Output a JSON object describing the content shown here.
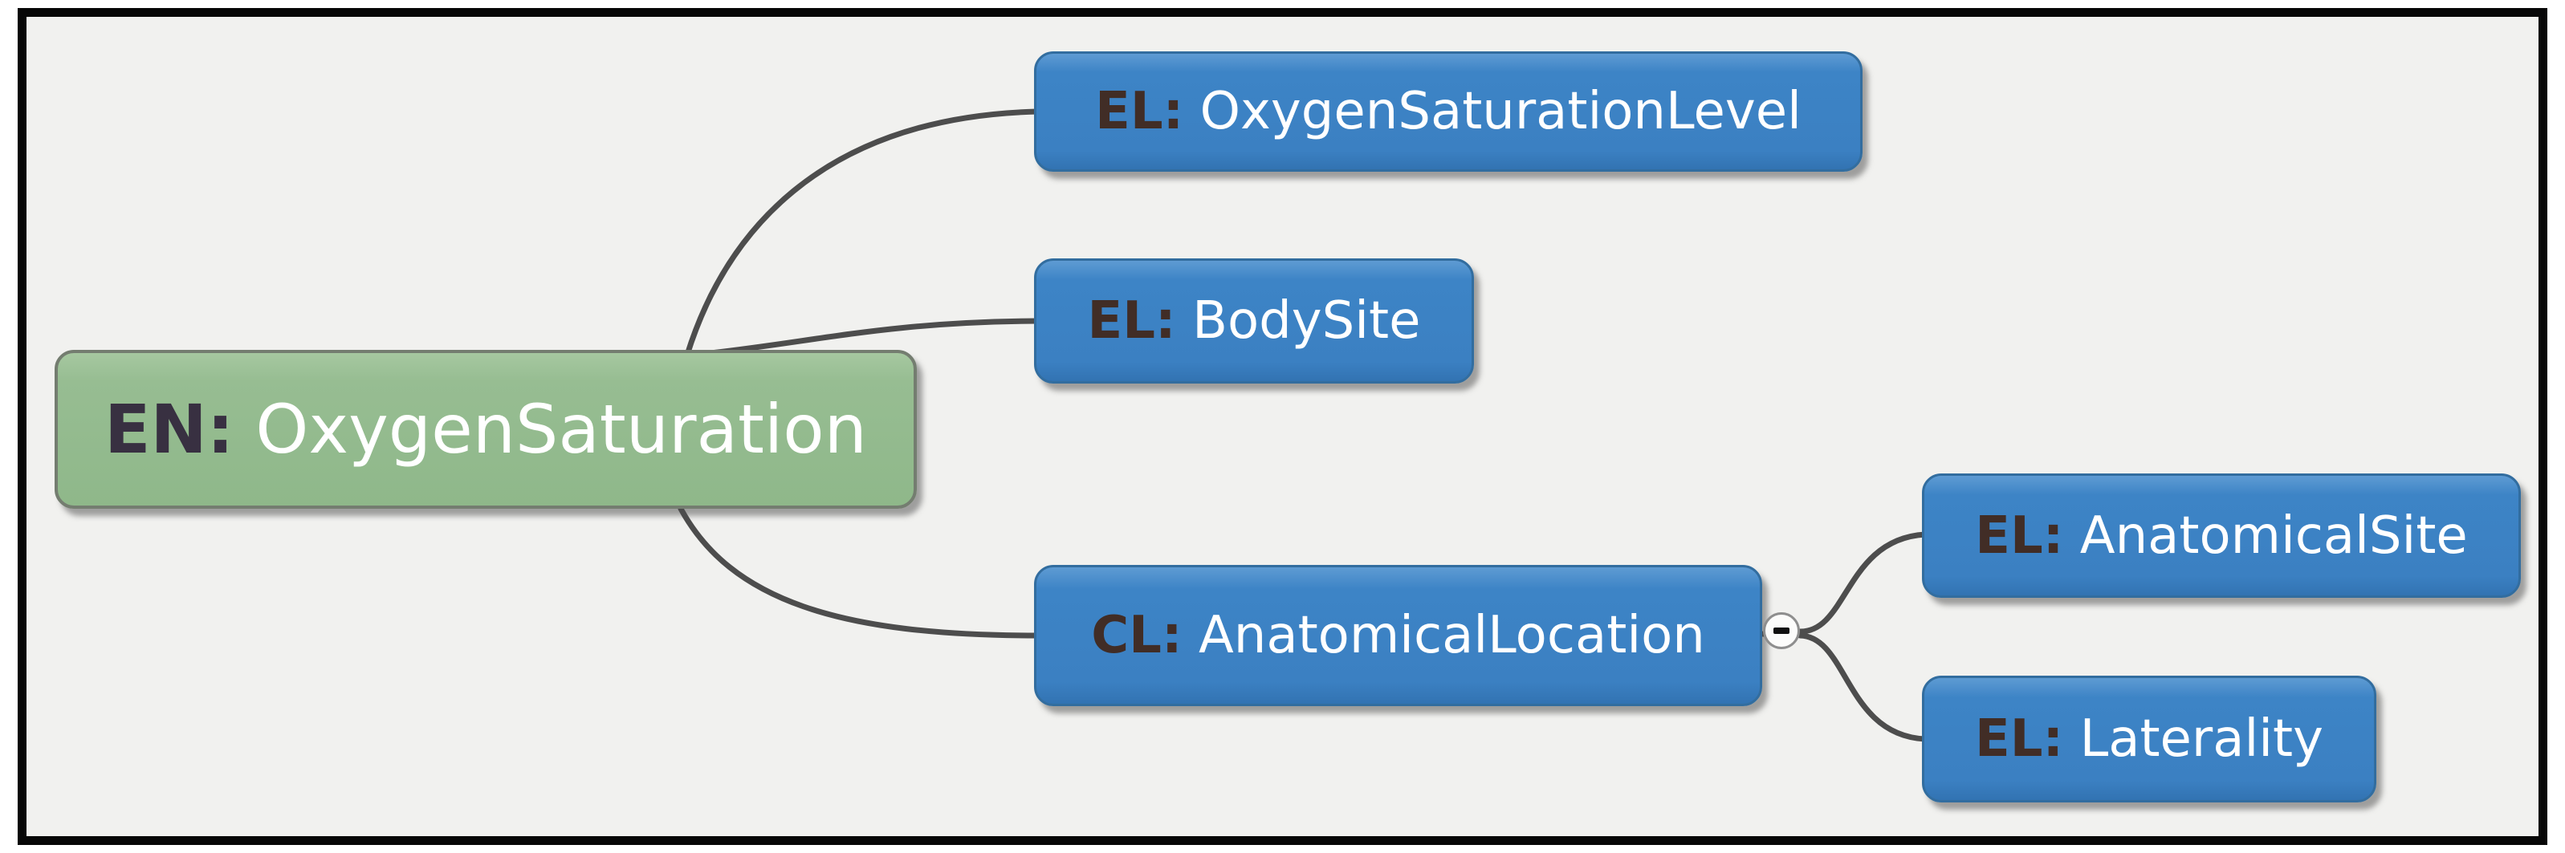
{
  "diagram": {
    "background_color": "#f1f1ef",
    "frame_border_color": "#070707",
    "edge_color": "#4d4d4d",
    "nodes": {
      "root": {
        "prefix": "EN:",
        "label": "OxygenSaturation",
        "fill": "#97bd92",
        "prefix_color": "#383041",
        "label_color": "#ffffff"
      },
      "oxygen_saturation_level": {
        "prefix": "EL:",
        "label": "OxygenSaturationLevel",
        "fill": "#3d84c6",
        "prefix_color": "#412d26",
        "label_color": "#ffffff"
      },
      "body_site": {
        "prefix": "EL:",
        "label": "BodySite",
        "fill": "#3d84c6",
        "prefix_color": "#412d26",
        "label_color": "#ffffff"
      },
      "anatomical_location": {
        "prefix": "CL:",
        "label": "AnatomicalLocation",
        "fill": "#3d84c6",
        "prefix_color": "#412d26",
        "label_color": "#ffffff"
      },
      "anatomical_site": {
        "prefix": "EL:",
        "label": "AnatomicalSite",
        "fill": "#3d84c6",
        "prefix_color": "#412d26",
        "label_color": "#ffffff"
      },
      "laterality": {
        "prefix": "EL:",
        "label": "Laterality",
        "fill": "#3d84c6",
        "prefix_color": "#412d26",
        "label_color": "#ffffff"
      }
    },
    "toggle": {
      "icon": "minus-icon"
    }
  }
}
